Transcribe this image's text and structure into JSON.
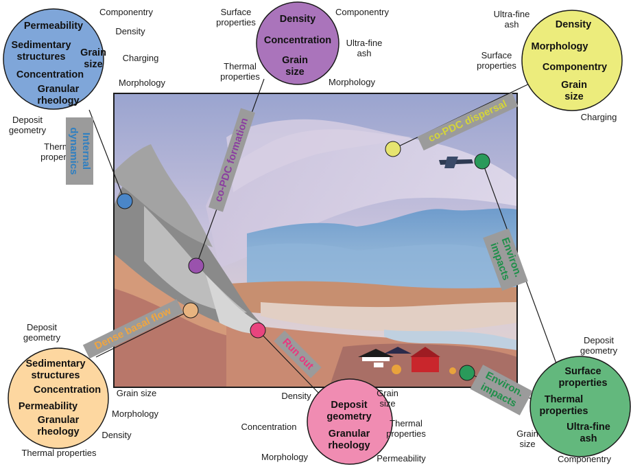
{
  "colors": {
    "internal": "#2f7fc1",
    "formation": "#8b3fa0",
    "dispersal": "#d4d43a",
    "dense": "#f0a540",
    "runout": "#e8377f",
    "environ": "#1f8f4a",
    "label_bg": "#9b9b9b"
  },
  "process_labels": {
    "internal_dynamics": "Internal dynamics",
    "co_pdc_formation": "co-PDC formation",
    "co_pdc_dispersal": "co-PDC dispersal",
    "dense_basal_flow": "Dense basal flow",
    "run_out": "Run out",
    "environ_impacts_top": "Environ. impacts",
    "environ_impacts_bottom": "Environ. impacts"
  },
  "circles": {
    "internal": {
      "inside": [
        "Permeability",
        "Sedimentary structures",
        "Grain size",
        "Concentration",
        "Granular rheology"
      ],
      "outside": [
        "Componentry",
        "Density",
        "Charging",
        "Morphology",
        "Deposit geometry",
        "Thermal properties"
      ]
    },
    "formation": {
      "inside": [
        "Density",
        "Concentration",
        "Grain size"
      ],
      "outside": [
        "Surface properties",
        "Componentry",
        "Ultra-fine ash",
        "Thermal properties",
        "Morphology"
      ]
    },
    "dispersal": {
      "inside": [
        "Density",
        "Morphology",
        "Componentry",
        "Grain size"
      ],
      "outside": [
        "Ultra-fine ash",
        "Surface properties",
        "Charging"
      ]
    },
    "dense": {
      "inside": [
        "Sedimentary structures",
        "Concentration",
        "Permeability",
        "Granular rheology"
      ],
      "outside": [
        "Deposit geometry",
        "Grain size",
        "Morphology",
        "Density",
        "Thermal properties"
      ]
    },
    "runout": {
      "inside": [
        "Deposit geometry",
        "Granular rheology"
      ],
      "outside": [
        "Density",
        "Grain size",
        "Concentration",
        "Thermal properties",
        "Morphology",
        "Permeability"
      ]
    },
    "environ": {
      "inside": [
        "Surface properties",
        "Thermal properties",
        "Ultra-fine ash"
      ],
      "outside": [
        "Deposit geometry",
        "Grain size",
        "Componentry"
      ]
    }
  }
}
